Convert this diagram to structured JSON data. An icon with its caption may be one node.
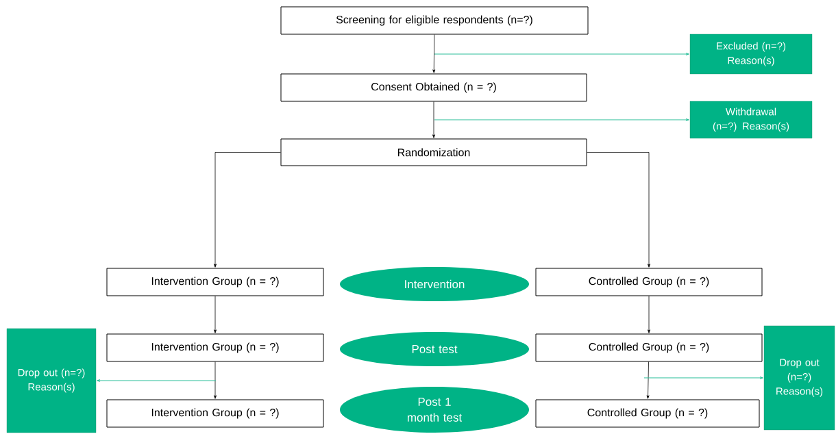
{
  "diagram": {
    "nodes": [
      {
        "text": [
          "Screening for eligible respondents (n=?)"
        ]
      },
      {
        "text": [
          "Excluded (n=?) Reason(s)"
        ]
      },
      {
        "text": [
          "Consent Obtained (n = ?)"
        ]
      },
      {
        "text": [
          "Withdrawal (n=?) Reason(s)"
        ]
      },
      {
        "text": [
          "Randomization"
        ]
      },
      {
        "text": [
          "Intervention Group (n = ?)"
        ]
      },
      {
        "text": [
          "Intervention"
        ]
      },
      {
        "text": [
          "Controlled Group (n = ?)"
        ]
      },
      {
        "text": [
          "Intervention Group (n = ?)"
        ]
      },
      {
        "text": [
          "Post test"
        ]
      },
      {
        "text": [
          "Controlled Group (n = ?)"
        ]
      },
      {
        "text": [
          "Drop out (n=?) Reason(s)"
        ]
      },
      {
        "text": [
          "Intervention Group (n = ?)"
        ]
      },
      {
        "text": [
          "Post 1 month test"
        ]
      },
      {
        "text": [
          "Controlled Group (n = ?)"
        ]
      },
      {
        "text": [
          "Drop out (n=?) Reason(s)"
        ]
      }
    ],
    "edges": [
      {
        "from": 0,
        "to": 2,
        "arrow": "to"
      },
      {
        "from": 2,
        "to": 4,
        "arrow": "to"
      },
      {
        "from": 4,
        "to": 5,
        "arrow": "to"
      },
      {
        "from": 4,
        "to": 7,
        "arrow": "to"
      },
      {
        "from": 5,
        "to": 8,
        "arrow": "to"
      },
      {
        "from": 8,
        "to": 12,
        "arrow": "to"
      },
      {
        "from": 7,
        "to": 10,
        "arrow": "to"
      },
      {
        "from": 10,
        "to": 14,
        "arrow": "to"
      },
      {
        "from": null,
        "to": 1,
        "arrow": "to",
        "color": "#2bbf9a"
      },
      {
        "from": null,
        "to": 3,
        "arrow": "to",
        "color": "#2bbf9a"
      },
      {
        "from": null,
        "to": 11,
        "arrow": "to",
        "color": "#2bbf9a"
      },
      {
        "from": null,
        "to": 15,
        "arrow": "to",
        "color": "#2bbf9a"
      }
    ]
  }
}
